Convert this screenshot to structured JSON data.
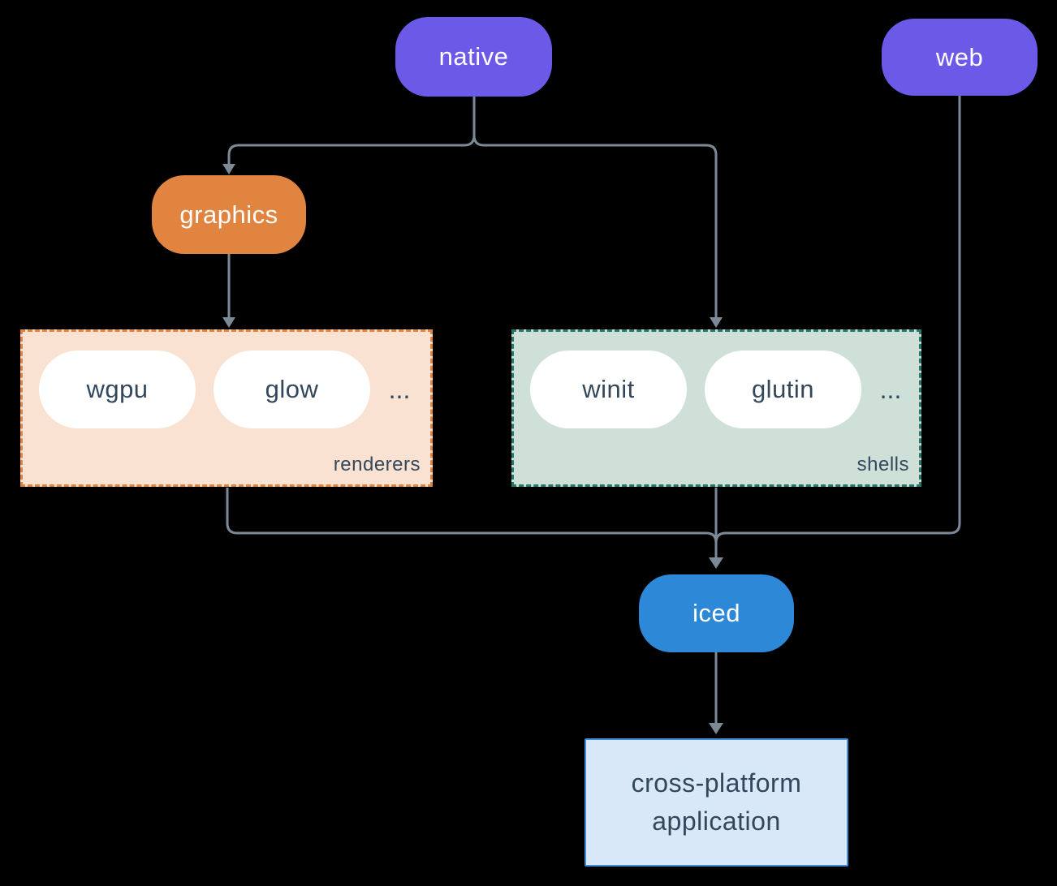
{
  "diagram": {
    "nodes": {
      "native": {
        "label": "native"
      },
      "web": {
        "label": "web"
      },
      "graphics": {
        "label": "graphics"
      },
      "wgpu": {
        "label": "wgpu"
      },
      "glow": {
        "label": "glow"
      },
      "winit": {
        "label": "winit"
      },
      "glutin": {
        "label": "glutin"
      },
      "iced": {
        "label": "iced"
      },
      "app": {
        "label": "cross-platform application"
      }
    },
    "groups": {
      "renderers": {
        "label": "renderers",
        "ellipsis": "..."
      },
      "shells": {
        "label": "shells",
        "ellipsis": "..."
      }
    },
    "edges": [
      {
        "from": "native",
        "to": "graphics"
      },
      {
        "from": "native",
        "to": "shells"
      },
      {
        "from": "graphics",
        "to": "renderers"
      },
      {
        "from": "renderers",
        "to": "iced"
      },
      {
        "from": "shells",
        "to": "iced"
      },
      {
        "from": "web",
        "to": "iced"
      },
      {
        "from": "iced",
        "to": "cross-platform application"
      }
    ],
    "colors": {
      "background": "#000000",
      "node_purple": "#6b5ae8",
      "node_orange": "#e08440",
      "node_blue": "#2d89d8",
      "renderers_fill": "#f9e2d1",
      "renderers_border": "#e08440",
      "shells_fill": "#cfe0d9",
      "shells_border": "#26796a",
      "pill_fill": "#ffffff",
      "app_fill": "#d8e8f9",
      "app_border": "#3f8cd8",
      "edge": "#7c8a97",
      "dark_text": "#33475b",
      "light_text": "#ffffff"
    }
  }
}
